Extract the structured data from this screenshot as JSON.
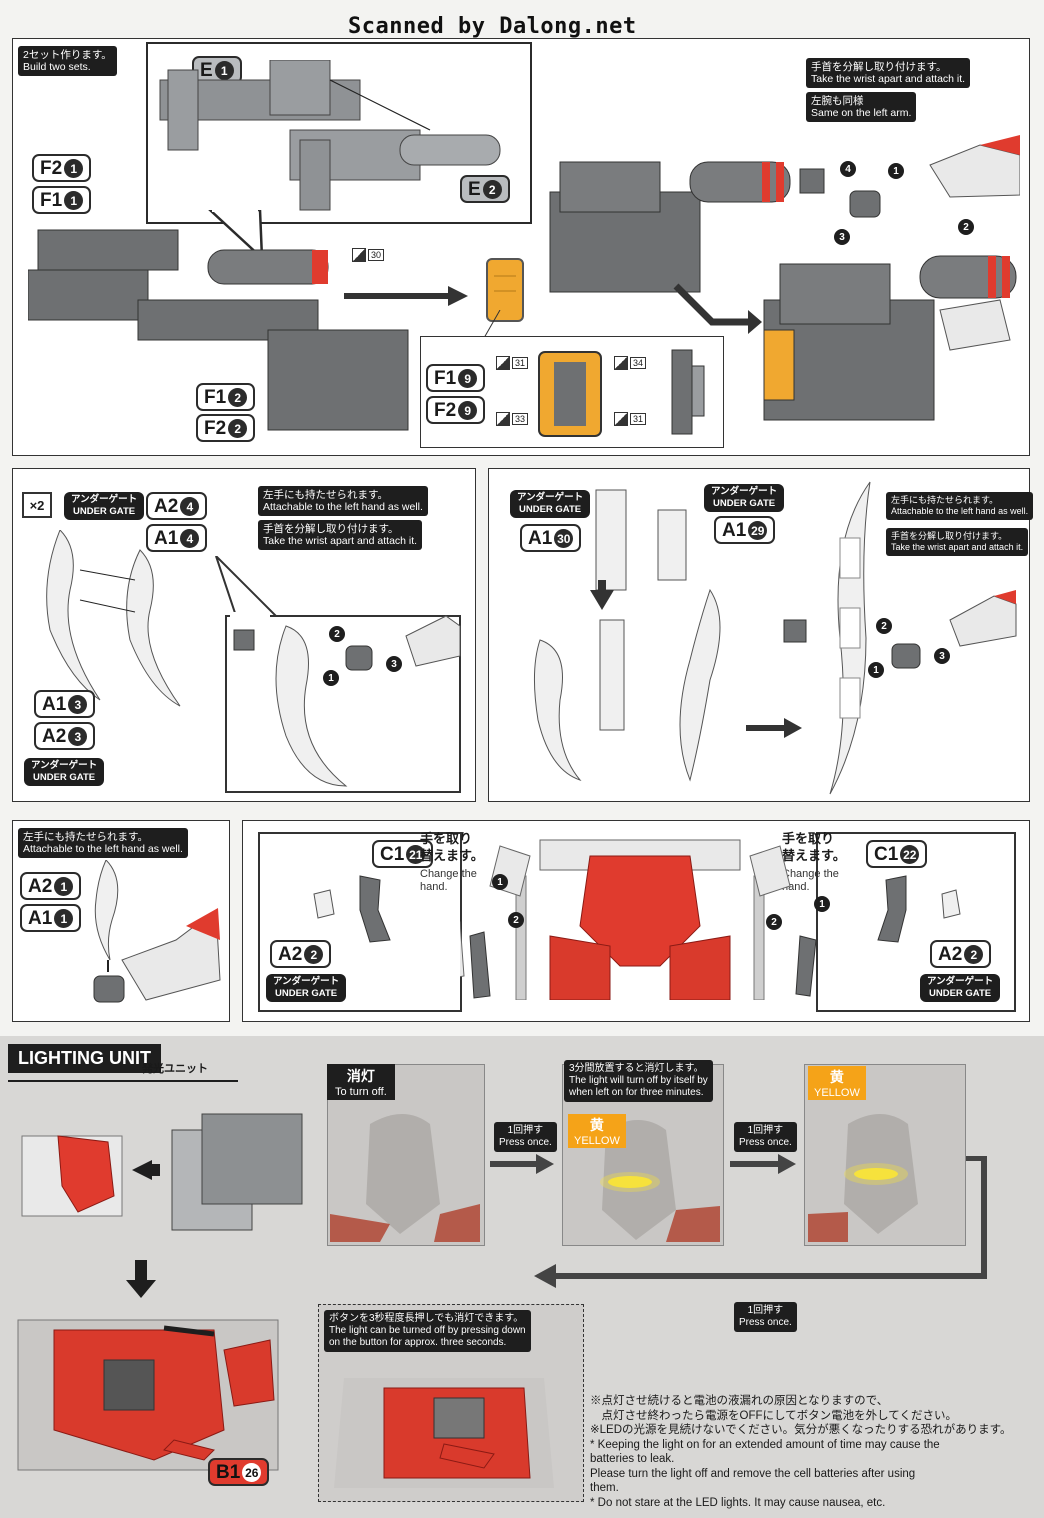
{
  "header": {
    "watermark": "Scanned by Dalong.net"
  },
  "step1": {
    "note_jp": "2セット作ります。",
    "note_en": "Build two sets.",
    "codes": {
      "e1": "E",
      "e1n": "1",
      "e2": "E",
      "e2n": "2",
      "f2a": "F2",
      "f2an": "1",
      "f1a": "F1",
      "f1an": "1",
      "f1b": "F1",
      "f1bn": "2",
      "f2b": "F2",
      "f2bn": "2",
      "f1c": "F1",
      "f1cn": "9",
      "f2c": "F2",
      "f2cn": "9"
    },
    "sticker_refs": [
      "30",
      "31",
      "34",
      "33",
      "31"
    ],
    "wrist_jp": "手首を分解し取り付けます。",
    "wrist_en": "Take the wrist apart and attach it.",
    "left_jp": "左腕も同様",
    "left_en": "Same on the left arm.",
    "steps": [
      "1",
      "2",
      "3",
      "4"
    ]
  },
  "step2": {
    "x2": "×2",
    "gate_jp": "アンダーゲート",
    "gate_en": "UNDER GATE",
    "codes": {
      "a24": "A2",
      "a24n": "4",
      "a14": "A1",
      "a14n": "4",
      "a13": "A1",
      "a13n": "3",
      "a23": "A2",
      "a23n": "3"
    },
    "lefthand_jp": "左手にも持たせられます。",
    "lefthand_en": "Attachable to the left hand as well.",
    "wrist_jp": "手首を分解し取り付けます。",
    "wrist_en": "Take the wrist apart and attach it.",
    "steps": [
      "1",
      "2",
      "3"
    ]
  },
  "step3": {
    "gate_jp": "アンダーゲート",
    "gate_en": "UNDER GATE",
    "codes": {
      "a130": "A1",
      "a130n": "30",
      "a129": "A1",
      "a129n": "29"
    },
    "lefthand_jp": "左手にも持たせられます。",
    "lefthand_en": "Attachable to the left hand as well.",
    "wrist_jp": "手首を分解し取り付けます。",
    "wrist_en": "Take the wrist apart and attach it.",
    "steps": [
      "1",
      "2",
      "3"
    ]
  },
  "step4": {
    "lefthand_jp": "左手にも持たせられます。",
    "lefthand_en": "Attachable to the left hand as well.",
    "codes": {
      "a21": "A2",
      "a21n": "1",
      "a11": "A1",
      "a11n": "1"
    }
  },
  "step5": {
    "codes": {
      "c121": "C1",
      "c121n": "21",
      "c122": "C1",
      "c122n": "22",
      "a22a": "A2",
      "a22an": "2",
      "a22b": "A2",
      "a22bn": "2"
    },
    "gate_jp": "アンダーゲート",
    "gate_en": "UNDER GATE",
    "change_jp_1": "手を取り",
    "change_jp_2": "替えます。",
    "change_en_1": "Change the",
    "change_en_2": "hand.",
    "steps": [
      "1",
      "2"
    ]
  },
  "lighting": {
    "title": "LIGHTING UNIT",
    "title_jp": "発光ユニット",
    "off_jp": "消灯",
    "off_en": "To turn off.",
    "auto_jp": "3分間放置すると消灯します。",
    "auto_en_1": "The light will turn off by itself by",
    "auto_en_2": "when left on for three minutes.",
    "yellow_jp": "黄",
    "yellow_en": "YELLOW",
    "press_jp": "1回押す",
    "press_en": "Press once.",
    "b1": "B1",
    "b1n": "26",
    "hold_jp": "ボタンを3秒程度長押しでも消灯できます。",
    "hold_en_1": "The light can be turned off by pressing down",
    "hold_en_2": "on the button for approx. three seconds.",
    "warnings": [
      "※点灯させ続けると電池の液漏れの原因となりますので、",
      "　点灯させ終わったら電源をOFFにしてボタン電池を外してください。",
      "※LEDの光源を見続けないでください。気分が悪くなったりする恐れがあります。",
      "* Keeping the light on for an extended amount of time may cause the",
      "  batteries to leak.",
      "  Please turn the light off and remove the cell batteries after using",
      "  them.",
      "* Do not stare at the LED lights. It may cause nausea, etc."
    ]
  },
  "colors": {
    "accent_red": "#e03b2e",
    "part_gray": "#6e7072",
    "clear_yellow": "#f0a830",
    "panel_bg": "#ffffff",
    "bottom_bg": "#d8d7d5"
  }
}
